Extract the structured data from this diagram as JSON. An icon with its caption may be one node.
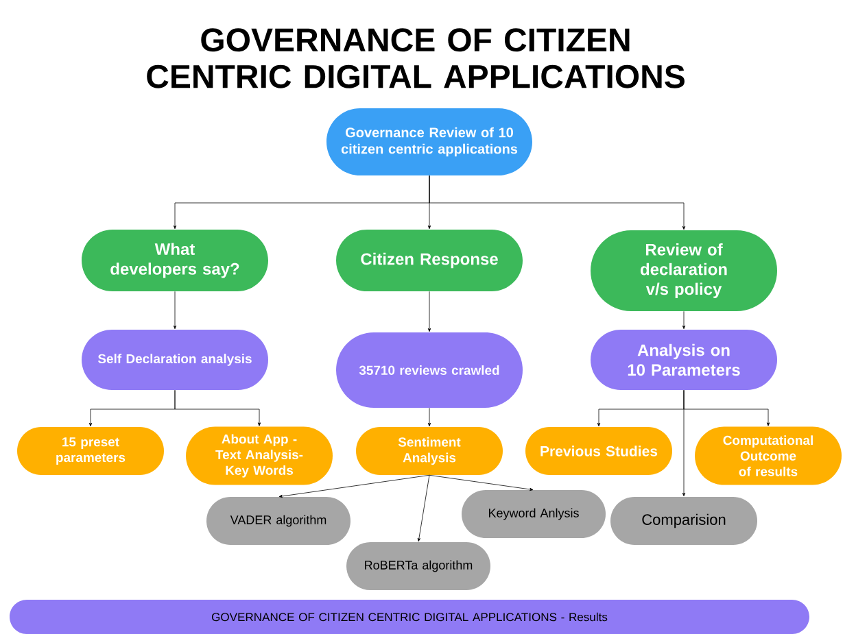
{
  "diagram": {
    "title": "GOVERNANCE OF CITIZEN CENTRIC DIGITAL APPLICATIONS",
    "nodes": [
      {
        "text": [
          "Governance Review of 10 citizen centric applications"
        ]
      },
      {
        "text": [
          "What developers say?"
        ]
      },
      {
        "text": [
          "Citizen Response"
        ]
      },
      {
        "text": [
          "Review of declaration v/s policy"
        ]
      },
      {
        "text": [
          "Self Declaration analysis"
        ]
      },
      {
        "text": [
          "35710 reviews crawled"
        ]
      },
      {
        "text": [
          "Analysis on 10 Parameters"
        ]
      },
      {
        "text": [
          "15 preset parameters"
        ]
      },
      {
        "text": [
          "About App - Text Analysis- Key Words"
        ]
      },
      {
        "text": [
          "Sentiment Analysis"
        ]
      },
      {
        "text": [
          "Previous Studies"
        ]
      },
      {
        "text": [
          "Computational Outcome of results"
        ]
      },
      {
        "text": [
          "VADER algorithm"
        ]
      },
      {
        "text": [
          "RoBERTa algorithm"
        ]
      },
      {
        "text": [
          "Keyword Anlysis"
        ]
      },
      {
        "text": [
          "Comparision"
        ]
      },
      {
        "text": [
          "GOVERNANCE  OF CITIZEN CENTRIC DIGITAL APPLICATIONS - Results"
        ]
      }
    ],
    "edges": [
      {
        "from": 0,
        "to": 1,
        "arrow": "to"
      },
      {
        "from": 0,
        "to": 2,
        "arrow": "to"
      },
      {
        "from": 0,
        "to": 3,
        "arrow": "to"
      },
      {
        "from": 1,
        "to": 4,
        "arrow": "to"
      },
      {
        "from": 2,
        "to": 5,
        "arrow": "to"
      },
      {
        "from": 3,
        "to": 6,
        "arrow": "to"
      },
      {
        "from": 4,
        "to": 7,
        "arrow": "to"
      },
      {
        "from": 4,
        "to": 8,
        "arrow": "to"
      },
      {
        "from": 5,
        "to": 9,
        "arrow": "to"
      },
      {
        "from": 6,
        "to": 10,
        "arrow": "to"
      },
      {
        "from": 6,
        "to": 11,
        "arrow": "to"
      },
      {
        "from": 6,
        "to": 15,
        "arrow": "to"
      },
      {
        "from": 9,
        "to": 12,
        "arrow": "to"
      },
      {
        "from": 9,
        "to": 13,
        "arrow": "to"
      },
      {
        "from": 9,
        "to": 14,
        "arrow": "to"
      }
    ]
  }
}
